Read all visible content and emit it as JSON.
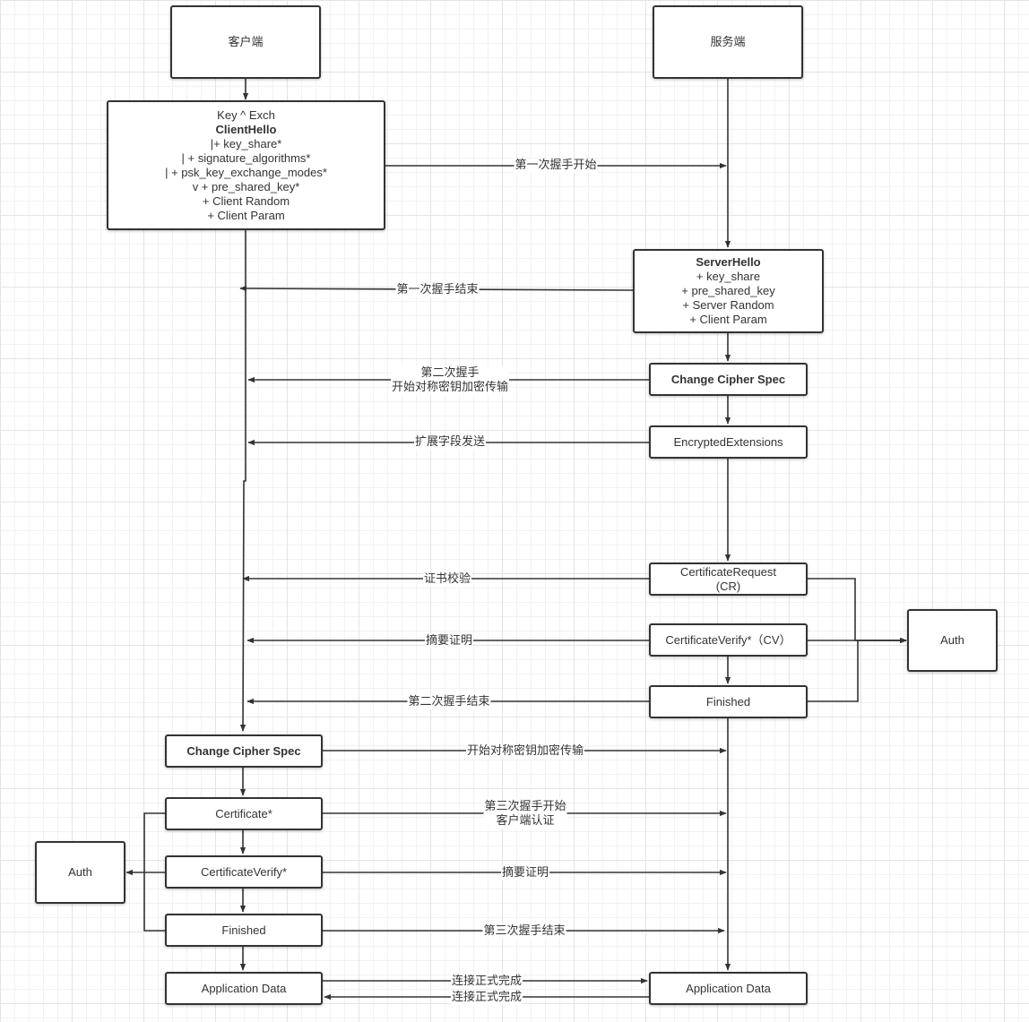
{
  "nodes": {
    "client": "客户端",
    "server": "服务端",
    "client_hello": {
      "line1": "Key ^ Exch",
      "line2": "ClientHello",
      "line3": "|+ key_share*",
      "line4": "| + signature_algorithms*",
      "line5": "| + psk_key_exchange_modes*",
      "line6": "v + pre_shared_key*",
      "line7": "+ Client Random",
      "line8": "+ Client Param"
    },
    "server_hello": {
      "line1": "ServerHello",
      "line2": "+ key_share",
      "line3": "+ pre_shared_key",
      "line4": "+ Server Random",
      "line5": "+ Client Param"
    },
    "server_change_cipher_spec": "Change Cipher Spec",
    "encrypted_extensions": "EncryptedExtensions",
    "certificate_request": {
      "line1": "CertificateRequest",
      "line2": "(CR)"
    },
    "server_certificate_verify": "CertificateVerify*（CV）",
    "server_finished": "Finished",
    "server_auth": "Auth",
    "client_change_cipher_spec": "Change Cipher Spec",
    "client_certificate": "Certificate*",
    "client_certificate_verify": "CertificateVerify*",
    "client_finished": "Finished",
    "client_auth": "Auth",
    "client_application_data": "Application Data",
    "server_application_data": "Application Data"
  },
  "edge_labels": {
    "first_handshake_start": "第一次握手开始",
    "first_handshake_end": "第一次握手结束",
    "second_handshake_line1": "第二次握手",
    "second_handshake_line2": "开始对称密钥加密传输",
    "extension_fields_sent": "扩展字段发送",
    "certificate_verification": "证书校验",
    "digest_proof_server": "摘要证明",
    "second_handshake_end": "第二次握手结束",
    "client_start_symmetric": "开始对称密钥加密传输",
    "third_handshake_line1": "第三次握手开始",
    "third_handshake_line2": "客户端认证",
    "digest_proof_client": "摘要证明",
    "third_handshake_end": "第三次握手结束",
    "connection_complete_1": "连接正式完成",
    "connection_complete_2": "连接正式完成"
  },
  "colors": {
    "line": "#333333",
    "border": "#333333",
    "grid": "#e4e4e4",
    "background": "#ffffff"
  }
}
